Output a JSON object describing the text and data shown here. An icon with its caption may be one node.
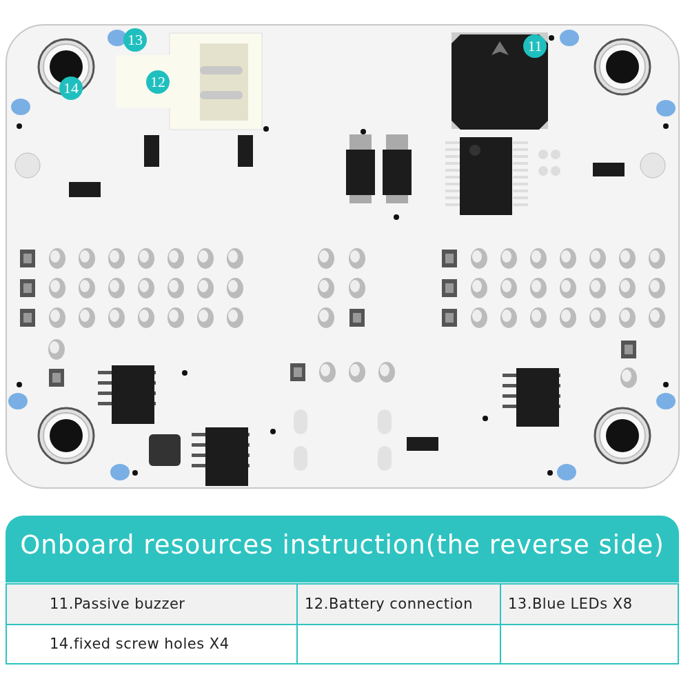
{
  "diagram": {
    "title": "Onboard resources instruction(the reverse side)",
    "labels": [
      "13",
      "12",
      "14",
      "11",
      "11.Passive buzzer",
      "12.Battery connection",
      "13.Blue LEDs X8",
      "14.fixed screw holes X4"
    ]
  }
}
